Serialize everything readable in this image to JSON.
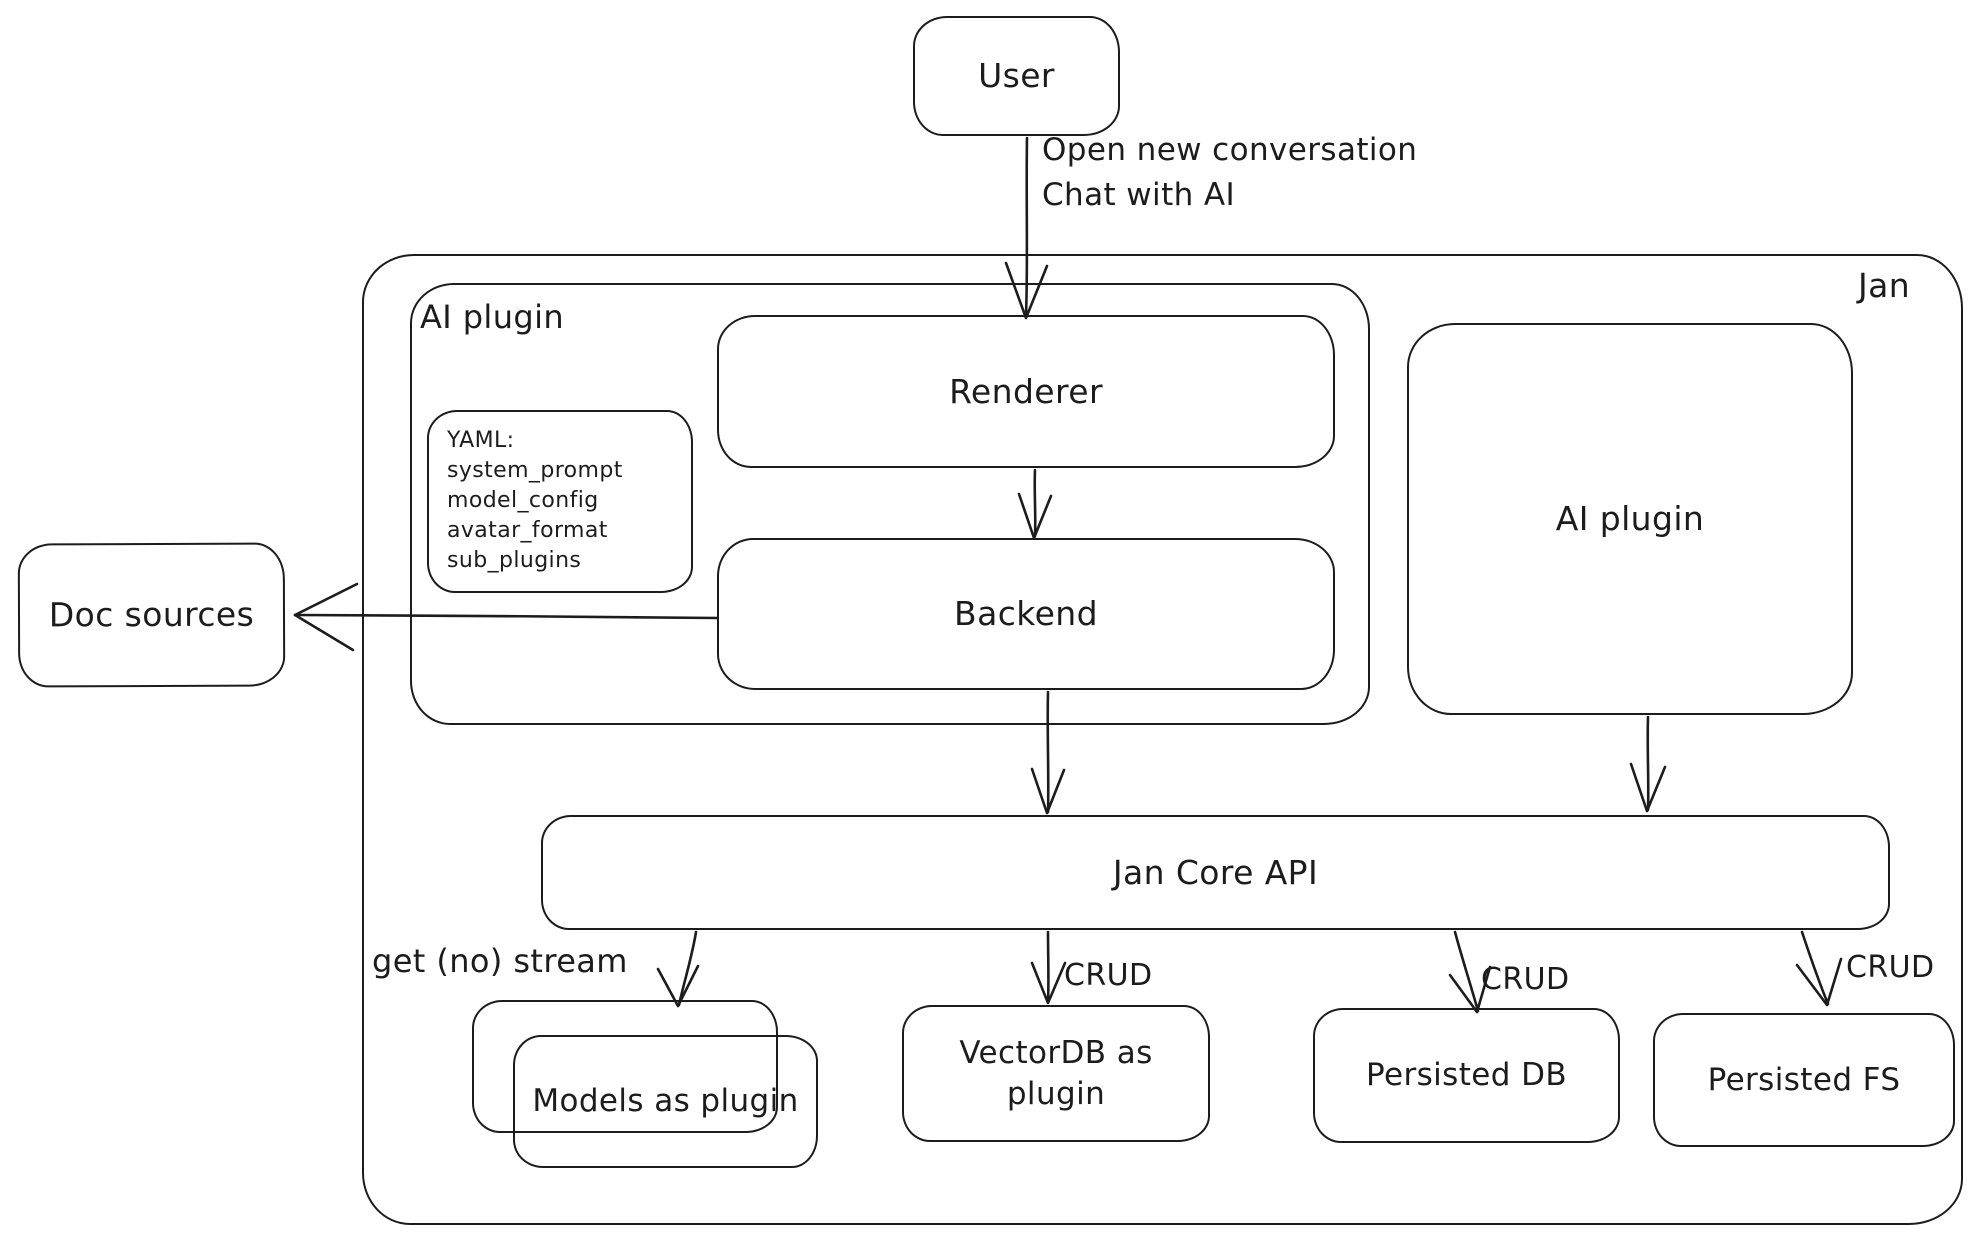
{
  "diagram": {
    "container_label": "Jan",
    "nodes": {
      "user": "User",
      "ai_plugin_container": "AI plugin",
      "renderer": "Renderer",
      "backend": "Backend",
      "ai_plugin_right": "AI plugin",
      "doc_sources": "Doc sources",
      "jan_core_api": "Jan Core API",
      "models_as_plugin": "Models as plugin",
      "vectordb_as_plugin": "VectorDB as plugin",
      "persisted_db": "Persisted DB",
      "persisted_fs": "Persisted FS"
    },
    "yaml_note": {
      "lines": [
        "YAML:",
        "system_prompt",
        "model_config",
        "avatar_format",
        "sub_plugins"
      ]
    },
    "edge_labels": {
      "user_flow_line1": "Open new conversation",
      "user_flow_line2": "Chat with AI",
      "get_no_stream": "get (no) stream",
      "crud_vectordb": "CRUD",
      "crud_persisted_db": "CRUD",
      "crud_persisted_fs": "CRUD"
    },
    "colors": {
      "stroke": "#1c1c1c",
      "background": "#ffffff"
    }
  }
}
